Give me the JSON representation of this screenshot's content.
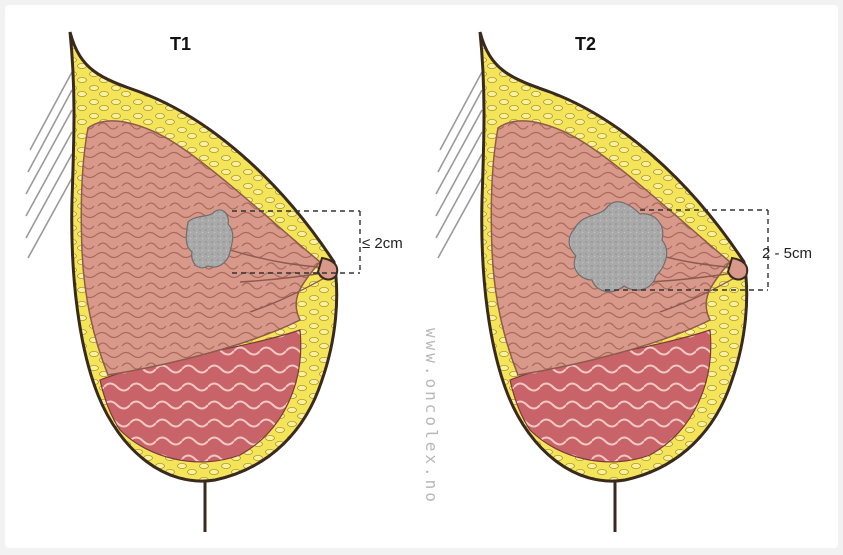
{
  "diagram": {
    "panels": [
      {
        "title": "T1",
        "size_label": "≤ 2cm"
      },
      {
        "title": "T2",
        "size_label": "2 - 5cm"
      }
    ],
    "watermark": "www.oncolex.no",
    "colors": {
      "background": "#ffffff",
      "skin_outline": "#3a2a1e",
      "fat": "#f4e45a",
      "fat_outline": "#8a7a20",
      "gland": "#d9998a",
      "gland_outline": "#8e5a4c",
      "muscle": "#c9636a",
      "tumor": "#a9a9a9",
      "ribs": "#9a9a9a"
    }
  }
}
